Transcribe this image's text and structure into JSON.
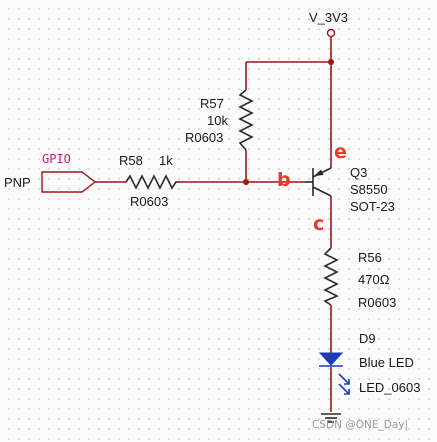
{
  "power": {
    "net": "V_3V3"
  },
  "port": {
    "name": "PNP",
    "net_label": "GPIO"
  },
  "r58": {
    "ref": "R58",
    "value": "1k",
    "footprint": "R0603"
  },
  "r57": {
    "ref": "R57",
    "value": "10k",
    "footprint": "R0603"
  },
  "q3": {
    "ref": "Q3",
    "part": "S8550",
    "package": "SOT-23",
    "pin_b": "b",
    "pin_e": "e",
    "pin_c": "c"
  },
  "r56": {
    "ref": "R56",
    "value": "470Ω",
    "footprint": "R0603"
  },
  "d9": {
    "ref": "D9",
    "part": "Blue LED",
    "footprint": "LED_0603"
  },
  "watermark": "CSDN @ONE_Day|",
  "colors": {
    "wire": "#a01616",
    "led": "#1a3fb4",
    "annotation": "#e63a2a",
    "net_label": "#c0208a"
  }
}
